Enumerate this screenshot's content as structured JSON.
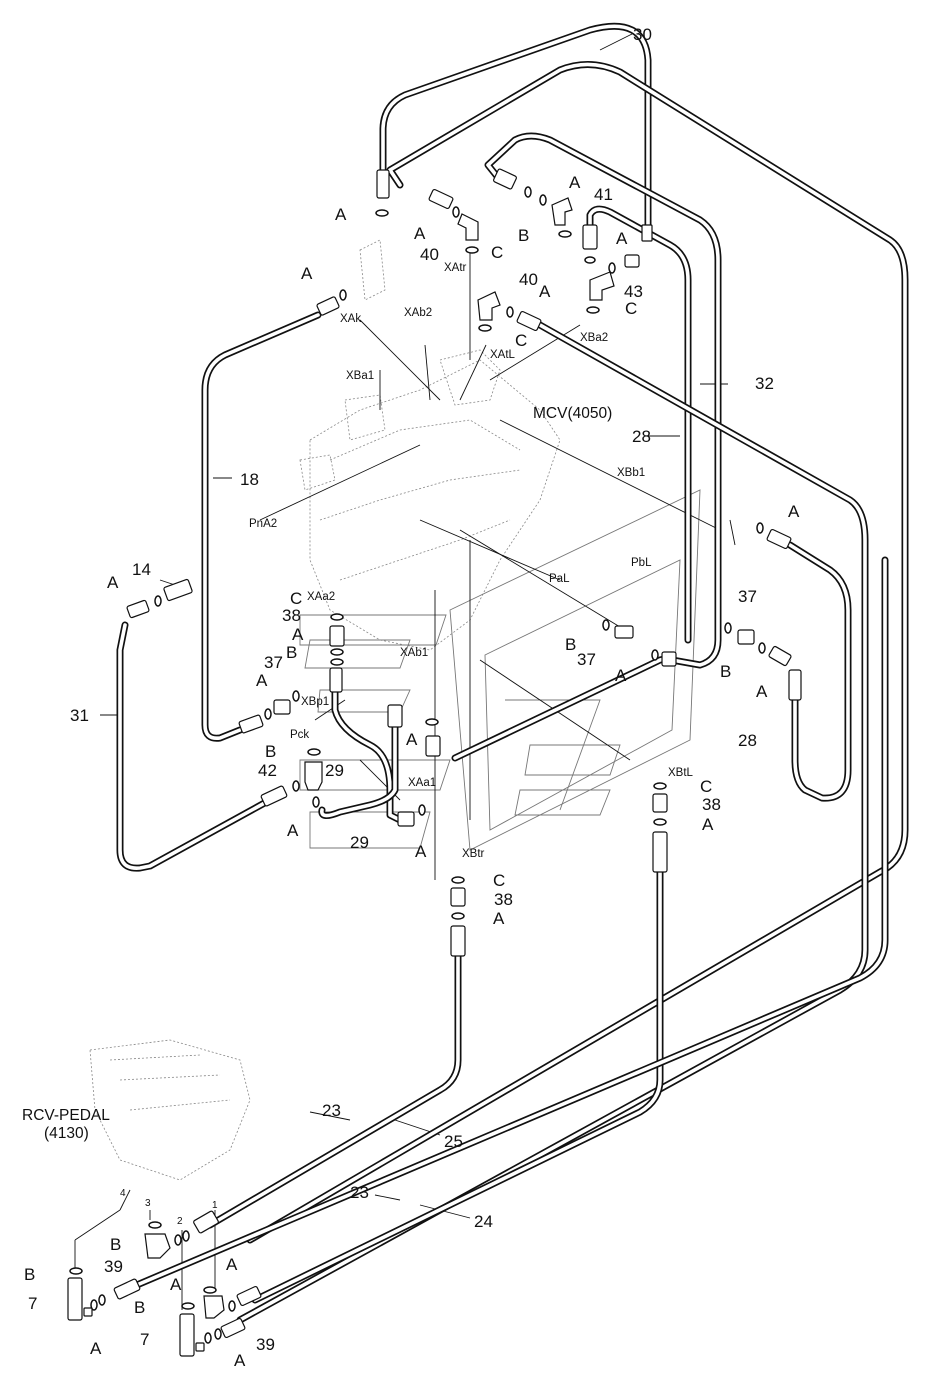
{
  "assemblies": {
    "mcv": "MCV(4050)",
    "rcv_line1": "RCV-PEDAL",
    "rcv_line2": "(4130)"
  },
  "callouts": {
    "c30": "30",
    "c41": "41",
    "c40a": "40",
    "c40b": "40",
    "c43": "43",
    "c32": "32",
    "c28a": "28",
    "c28b": "28",
    "c18": "18",
    "c14": "14",
    "c31": "31",
    "c38a": "38",
    "c38b": "38",
    "c38c": "38",
    "c37a": "37",
    "c37b": "37",
    "c37c": "37",
    "c42": "42",
    "c29a": "29",
    "c29b": "29",
    "c23a": "23",
    "c23b": "23",
    "c25": "25",
    "c24": "24",
    "c7a": "7",
    "c7b": "7",
    "c39a": "39",
    "c39b": "39"
  },
  "letters": {
    "a": "A",
    "b": "B",
    "c": "C"
  },
  "ports": {
    "xatr": "XAtr",
    "xak": "XAk",
    "xab2": "XAb2",
    "xba1": "XBa1",
    "xatl": "XAtL",
    "xba2": "XBa2",
    "xbb1": "XBb1",
    "pna2": "PnA2",
    "pbl": "PbL",
    "pal": "PaL",
    "xaa2": "XAa2",
    "xab1": "XAb1",
    "xbp1": "XBp1",
    "pck": "Pck",
    "xaa1": "XAa1",
    "xbtl": "XBtL",
    "xbtr": "XBtr"
  },
  "rcv_ports": {
    "p1": "1",
    "p2": "2",
    "p3": "3",
    "p4": "4"
  }
}
